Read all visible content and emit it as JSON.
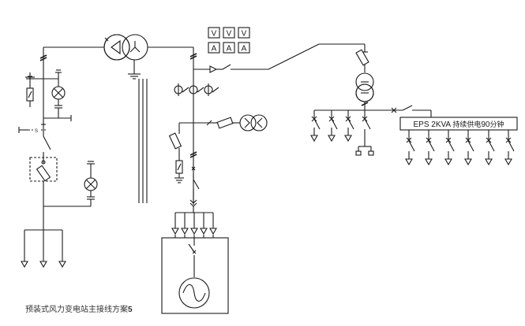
{
  "meters": {
    "voltmeters": [
      "V",
      "V",
      "V"
    ],
    "ammeters": [
      "A",
      "A",
      "A"
    ]
  },
  "aux_switch_label": "S",
  "eps": {
    "label": "EPS 2KVA",
    "duration_prefix": "持续供电",
    "duration_value": "90",
    "duration_unit": "分钟"
  },
  "caption": {
    "text": "预装式风力变电站主接线方案",
    "number": "5"
  }
}
